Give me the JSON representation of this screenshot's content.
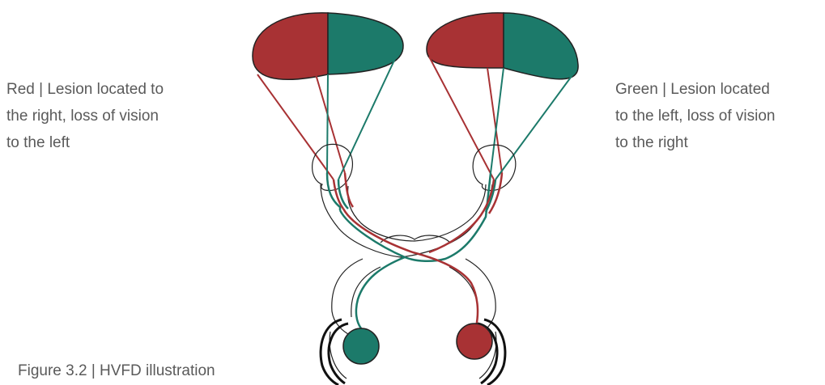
{
  "captions": {
    "left": {
      "lines": [
        "Red | Lesion located to",
        "the right, loss of vision",
        "to the left"
      ]
    },
    "right": {
      "lines": [
        "Green | Lesion located",
        "to the left, loss of vision",
        "to the right"
      ]
    },
    "figure": "Figure 3.2 | HVFD illustration"
  },
  "colors": {
    "red": "#a83234",
    "green": "#1c7a6a",
    "outline": "#222222"
  }
}
